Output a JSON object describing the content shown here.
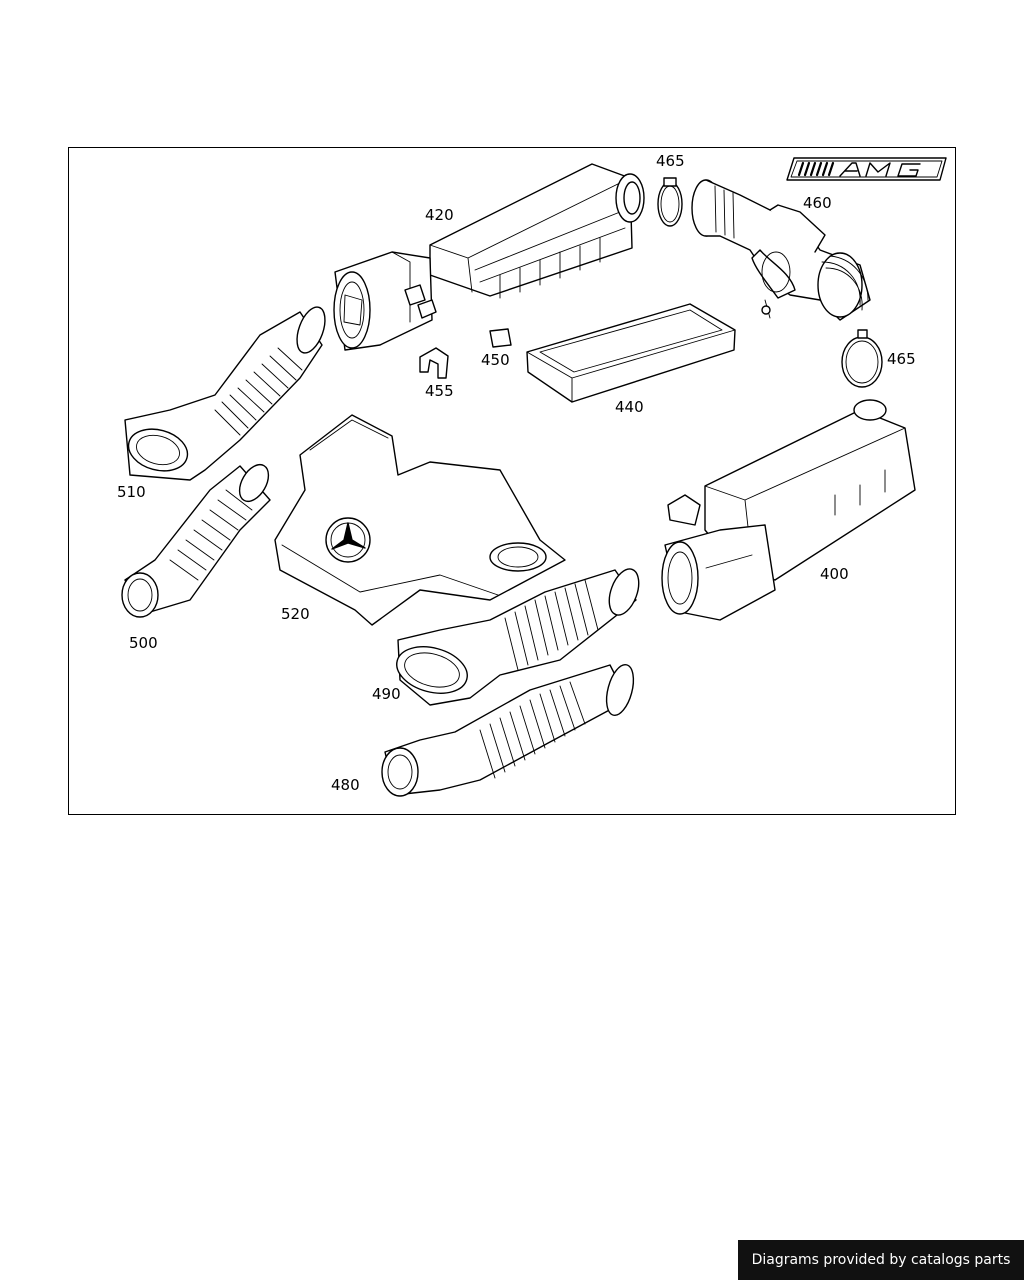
{
  "brand_logo": "AMG",
  "callouts": {
    "p400": "400",
    "p420": "420",
    "p440": "440",
    "p450": "450",
    "p455": "455",
    "p460": "460",
    "p465a": "465",
    "p465b": "465",
    "p480": "480",
    "p490": "490",
    "p500": "500",
    "p510": "510",
    "p520": "520"
  },
  "footer": {
    "text": "Diagrams provided by catalogs parts"
  },
  "colors": {
    "line": "#000000",
    "background": "#ffffff",
    "footer_bg": "#111111",
    "footer_text": "#ffffff"
  }
}
